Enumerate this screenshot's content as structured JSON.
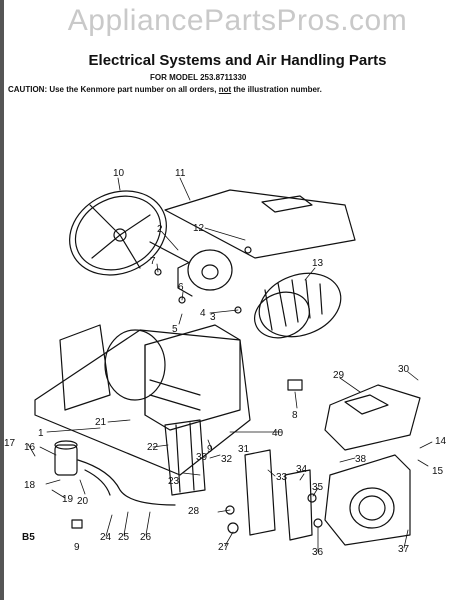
{
  "watermark": "AppliancePartsPros.com",
  "header": {
    "title": "Electrical Systems and Air Handling Parts",
    "model_line": "FOR MODEL 253.8711330",
    "caution_prefix": "CAUTION: Use the Kenmore part number on all orders, ",
    "caution_not": "not",
    "caution_suffix": " the illustration number."
  },
  "diagram": {
    "page_code": "B5",
    "callouts": [
      "10",
      "11",
      "12",
      "2",
      "13",
      "7",
      "6",
      "5",
      "4",
      "3",
      "29",
      "30",
      "8",
      "21",
      "1",
      "40",
      "22",
      "9",
      "31",
      "14",
      "15",
      "17",
      "16",
      "39",
      "32",
      "38",
      "18",
      "33",
      "34",
      "19",
      "20",
      "35",
      "23",
      "28",
      "27",
      "36",
      "37",
      "24",
      "25",
      "26",
      "9"
    ]
  },
  "colors": {
    "ink": "#111111",
    "watermark": "#c9c9c9"
  }
}
